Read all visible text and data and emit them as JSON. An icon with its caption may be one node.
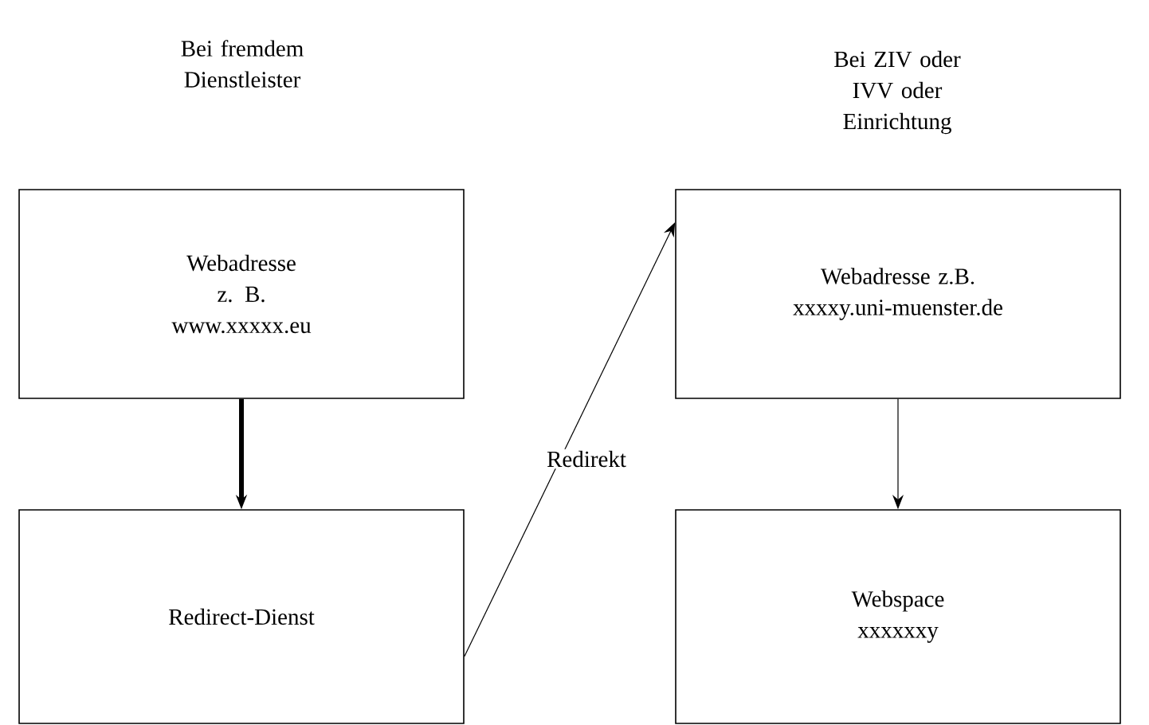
{
  "diagram": {
    "nodes": [
      {
        "text": [
          "Webadresse z. B. www.xxxxx.eu"
        ]
      },
      {
        "text": [
          "Redirect-Dienst"
        ]
      },
      {
        "text": [
          "Webadresse z.B. xxxxy.uni-muenster.de"
        ]
      },
      {
        "text": [
          "Webspace xxxxxxy"
        ]
      }
    ],
    "edges": [
      {
        "from": 0,
        "to": 1,
        "arrow": "to",
        "style": "thick"
      },
      {
        "from": 1,
        "to": 2,
        "arrow": "to",
        "label": "Redirekt"
      },
      {
        "from": 2,
        "to": 3,
        "arrow": "to"
      }
    ],
    "labels": [
      "Bei fremdem Dienstleister",
      "Bei ZIV oder IVV oder Einrichtung"
    ]
  }
}
